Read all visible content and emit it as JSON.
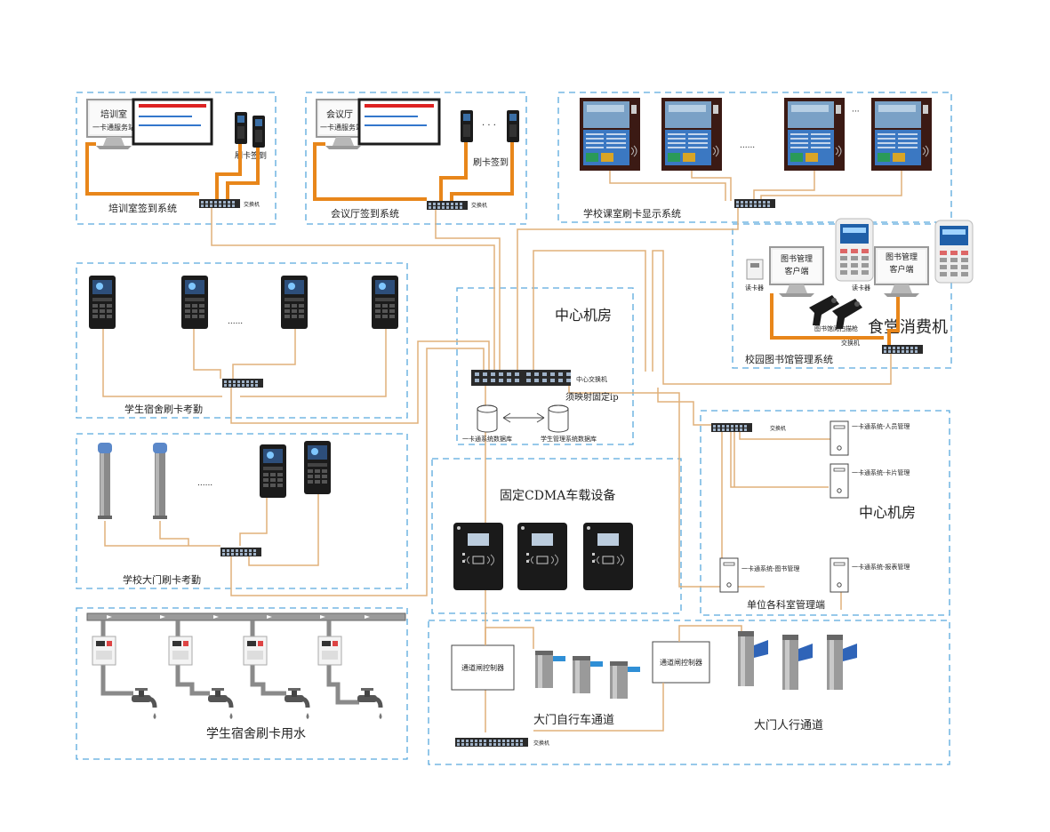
{
  "panels": {
    "training": {
      "title": "培训室签到系统",
      "client_line1": "培训室",
      "client_line2": "一卡通服务站",
      "reader_label": "刷卡签到",
      "switch_label": "交换机"
    },
    "meeting": {
      "title": "会议厅签到系统",
      "client_line1": "会议厅",
      "client_line2": "一卡通服务站",
      "reader_label": "刷卡签到",
      "ellipsis": "· · ·",
      "switch_label": "交换机"
    },
    "classroom": {
      "title": "学校课室刷卡显示系统",
      "ellipsis": "......",
      "ellipsis2": "···"
    },
    "library": {
      "title": "校园图书馆管理系统",
      "client1_line1": "图书管理",
      "client1_line2": "客户端",
      "client2_line1": "图书管理",
      "client2_line2": "客户端",
      "reader1": "读卡器",
      "reader2": "读卡器",
      "scanner": "图书馆阅扫描枪",
      "switch_label": "交换机",
      "canteen": "食堂消费机"
    },
    "center": {
      "title": "中心机房",
      "switch_label": "中心交换机",
      "ip_note": "须映射固定ip",
      "db1": "一卡通系统数据库",
      "db2": "学生管理系统数据库"
    },
    "dorm": {
      "title": "学生宿舍刷卡考勤",
      "ellipsis": "......"
    },
    "gate": {
      "title": "学校大门刷卡考勤",
      "ellipsis": "......"
    },
    "cdma": {
      "title": "固定CDMA车载设备"
    },
    "dept": {
      "title": "单位各科室管理端",
      "center": "中心机房",
      "switch_label": "交换机",
      "pc1": "一卡通系统-人员管理",
      "pc2": "一卡通系统-卡片管理",
      "pc3": "一卡通系统-图书管理",
      "pc4": "一卡通系统-报表管理"
    },
    "water": {
      "title": "学生宿舍刷卡用水"
    },
    "channel": {
      "controller1": "通道闸控制器",
      "controller2": "通道闸控制器",
      "bike": "大门自行车通道",
      "walk": "大门人行通道",
      "switch_label": "交换机"
    }
  },
  "icons": {
    "reader": "card-reader-icon",
    "pc": "client-pc-icon",
    "switch": "network-switch-icon",
    "database": "database-icon",
    "tower": "server-tower-icon",
    "kiosk": "class-display-kiosk-icon",
    "pos": "pos-terminal-icon",
    "scanner": "barcode-scanner-icon",
    "post": "attendance-post-icon",
    "faucet": "faucet-icon",
    "water_ctrl": "water-controller-icon",
    "turnstile": "turnstile-icon",
    "cdma": "cdma-terminal-icon"
  },
  "colors": {
    "panel_border": "#59a9dd",
    "cable": "#e8861a",
    "thin_cable": "#e0b07a",
    "pipe": "#8a8a8a"
  }
}
